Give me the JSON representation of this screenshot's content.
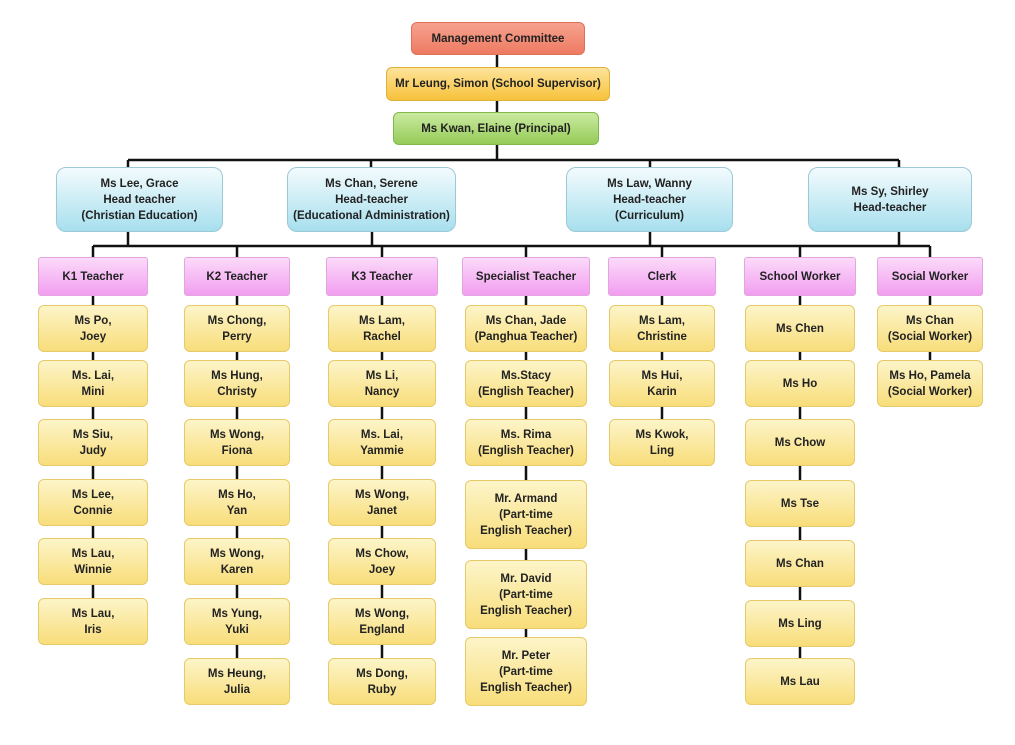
{
  "management": "Management Committee",
  "supervisor": "Mr Leung, Simon (School Supervisor)",
  "principal": "Ms Kwan, Elaine (Principal)",
  "heads": [
    "Ms Lee, Grace\nHead teacher\n(Christian Education)",
    "Ms Chan, Serene\nHead-teacher\n(Educational Administration)",
    "Ms Law, Wanny\nHead-teacher\n(Curriculum)",
    "Ms Sy, Shirley\nHead-teacher"
  ],
  "columns": [
    {
      "title": "K1 Teacher",
      "staff": [
        "Ms Po,\nJoey",
        "Ms. Lai,\nMini",
        "Ms Siu,\nJudy",
        "Ms Lee,\nConnie",
        "Ms Lau,\nWinnie",
        "Ms Lau,\nIris"
      ]
    },
    {
      "title": "K2 Teacher",
      "staff": [
        "Ms Chong,\nPerry",
        "Ms Hung,\nChristy",
        "Ms Wong,\nFiona",
        "Ms Ho,\nYan",
        "Ms Wong,\nKaren",
        "Ms Yung,\nYuki",
        "Ms Heung,\nJulia"
      ]
    },
    {
      "title": "K3 Teacher",
      "staff": [
        "Ms Lam,\nRachel",
        "Ms Li,\nNancy",
        "Ms. Lai,\nYammie",
        "Ms Wong,\nJanet",
        "Ms Chow,\nJoey",
        "Ms Wong,\nEngland",
        "Ms Dong,\nRuby"
      ]
    },
    {
      "title": "Specialist Teacher",
      "staff": [
        "Ms Chan, Jade\n(Panghua Teacher)",
        "Ms.Stacy\n(English Teacher)",
        "Ms. Rima\n(English Teacher)",
        "Mr. Armand\n(Part-time\nEnglish Teacher)",
        "Mr. David\n(Part-time\nEnglish Teacher)",
        "Mr. Peter\n(Part-time\nEnglish Teacher)"
      ]
    },
    {
      "title": "Clerk",
      "staff": [
        "Ms Lam,\nChristine",
        "Ms Hui,\nKarin",
        "Ms Kwok,\nLing"
      ]
    },
    {
      "title": "School Worker",
      "staff": [
        "Ms Chen",
        "Ms Ho",
        "Ms Chow",
        "Ms Tse",
        "Ms Chan",
        "Ms Ling",
        "Ms Lau"
      ]
    },
    {
      "title": "Social Worker",
      "staff": [
        "Ms Chan\n(Social Worker)",
        "Ms Ho, Pamela\n(Social Worker)"
      ]
    }
  ]
}
